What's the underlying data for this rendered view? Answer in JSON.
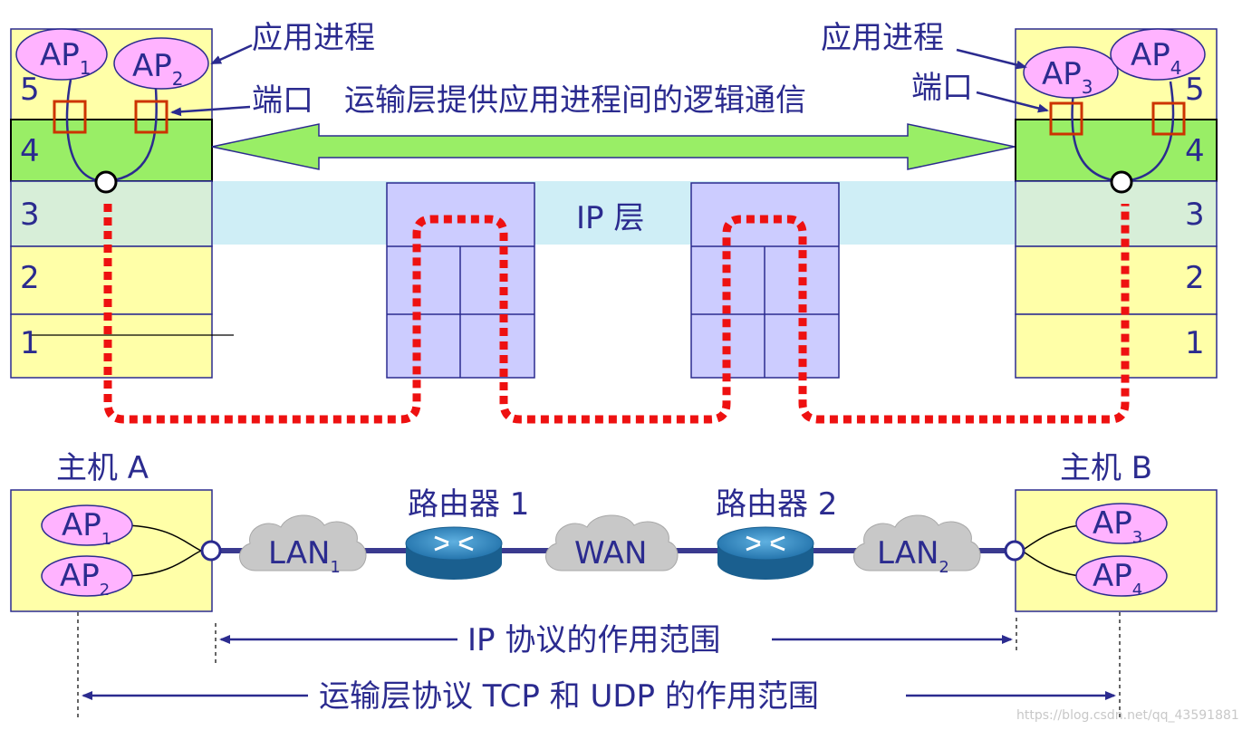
{
  "colors": {
    "text": "#2b2b8f",
    "layer_app": "#ffffa8",
    "layer_transport": "#99ee66",
    "layer_ip": "#cfeef6",
    "router_box": "#ccccff",
    "dotted_path": "#ee1111",
    "port": "#cc3300",
    "ap_fill": "#ffb3ff",
    "cloud": "#c8c8c8"
  },
  "top": {
    "app_process_label": "应用进程",
    "port_label": "端口",
    "transport_comm_label": "运输层提供应用进程间的逻辑通信",
    "ip_layer_label": "IP 层",
    "host_a": {
      "layers": [
        "5",
        "4",
        "3",
        "2",
        "1"
      ],
      "ap_left": {
        "main": "AP",
        "sub": "1"
      },
      "ap_right": {
        "main": "AP",
        "sub": "2"
      }
    },
    "host_b": {
      "layers": [
        "5",
        "4",
        "3",
        "2",
        "1"
      ],
      "ap_left": {
        "main": "AP",
        "sub": "3"
      },
      "ap_right": {
        "main": "AP",
        "sub": "4"
      }
    }
  },
  "bottom": {
    "host_a_label": "主机 A",
    "host_b_label": "主机 B",
    "router1_label": "路由器 1",
    "router2_label": "路由器 2",
    "host_a_aps": [
      {
        "main": "AP",
        "sub": "1"
      },
      {
        "main": "AP",
        "sub": "2"
      }
    ],
    "host_b_aps": [
      {
        "main": "AP",
        "sub": "3"
      },
      {
        "main": "AP",
        "sub": "4"
      }
    ],
    "lan1": {
      "main": "LAN",
      "sub": "1"
    },
    "wan": {
      "main": "WAN",
      "sub": ""
    },
    "lan2": {
      "main": "LAN",
      "sub": "2"
    },
    "ip_scope_label": "IP 协议的作用范围",
    "transport_scope_label": "运输层协议 TCP 和 UDP 的作用范围"
  },
  "watermark": "https://blog.csdn.net/qq_43591881"
}
